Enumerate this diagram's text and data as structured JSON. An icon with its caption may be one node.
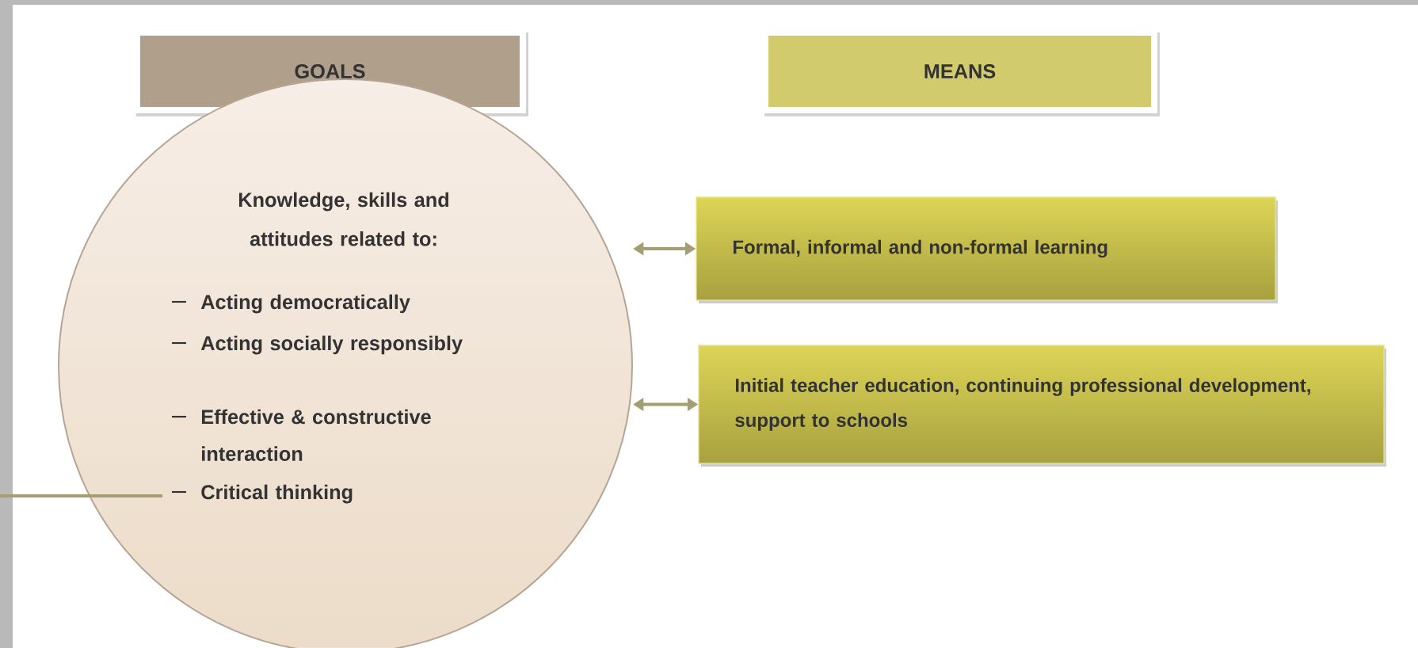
{
  "diagram": {
    "nodes": [
      {
        "text": [
          "GOALS"
        ]
      },
      {
        "text": [
          "MEANS"
        ]
      },
      {
        "text": [
          "Knowledge, skills and attitudes related to:",
          "Acting democratically",
          "Acting socially responsibly",
          "Effective & constructive interaction",
          "Critical thinking"
        ]
      },
      {
        "text": [
          "Formal, informal and non-formal learning"
        ]
      },
      {
        "text": [
          "Initial teacher education, continuing professional development, support to schools"
        ]
      }
    ],
    "edges": [
      {
        "from": 2,
        "to": 3,
        "arrow": "both"
      },
      {
        "from": 2,
        "to": 4,
        "arrow": "both"
      },
      {
        "from": null,
        "to": 2,
        "arrow": "none"
      }
    ]
  }
}
